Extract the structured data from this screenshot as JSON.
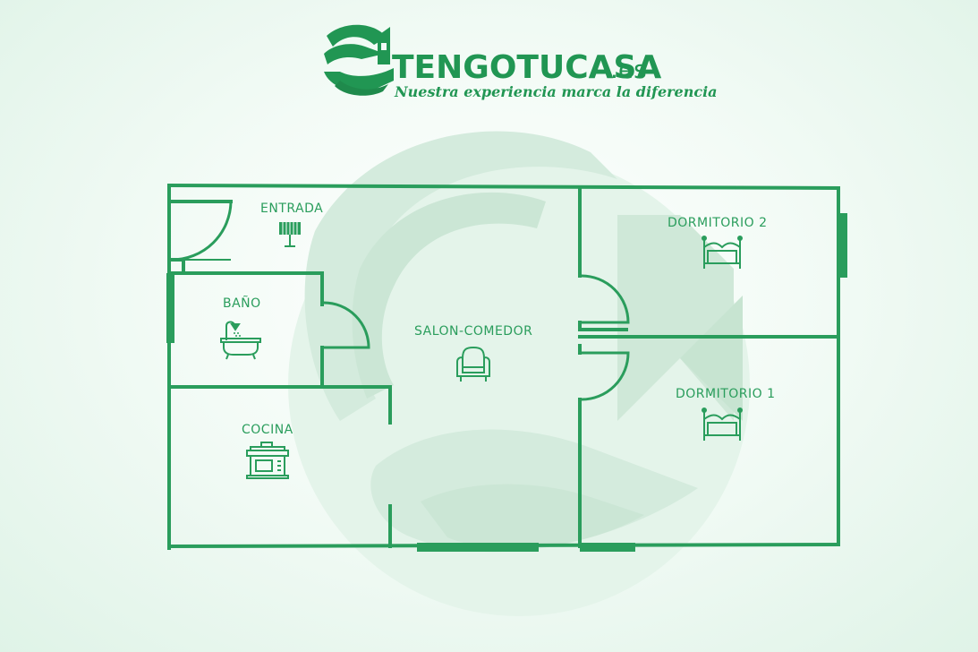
{
  "colors": {
    "brand": "#219653",
    "wall": "#2a9d5c",
    "watermark": "#d5ecde"
  },
  "brand": {
    "name": "TENGOTUCASA",
    "domain_ext": ".es",
    "tagline": "Nuestra experiencia marca la diferencia",
    "logo_icon": "hands-house-logo-icon"
  },
  "rooms": {
    "entrada": {
      "label": "ENTRADA",
      "icon": "lamp-icon"
    },
    "bano": {
      "label": "BAÑO",
      "icon": "bathtub-shower-icon"
    },
    "cocina": {
      "label": "COCINA",
      "icon": "cooking-pot-icon"
    },
    "salon": {
      "label": "SALON-COMEDOR",
      "icon": "armchair-icon"
    },
    "dormitorio2": {
      "label": "DORMITORIO 2",
      "icon": "bed-icon"
    },
    "dormitorio1": {
      "label": "DORMITORIO 1",
      "icon": "bed-icon"
    }
  }
}
